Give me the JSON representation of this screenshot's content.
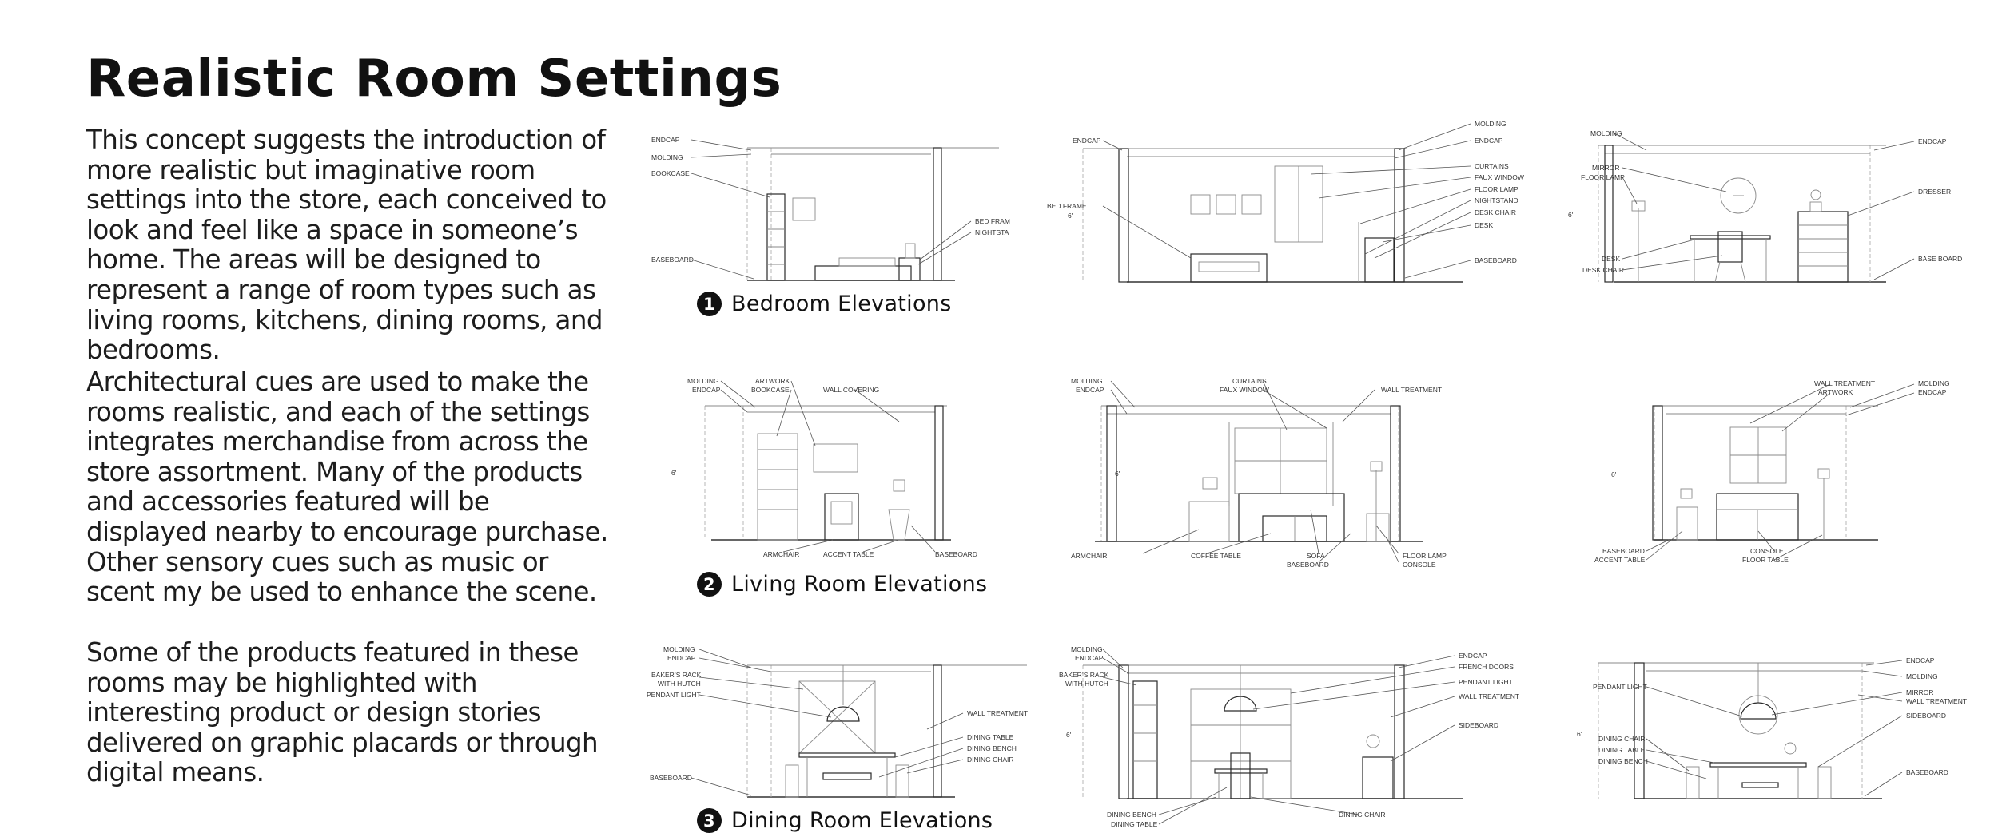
{
  "title": "Realistic Room Settings",
  "paragraphs": [
    "This concept suggests the introduction of more realistic but imaginative room settings into the store, each conceived to look and feel like a space in someone’s home. The areas will be designed to represent a range of room types such as living rooms, kitchens, dining rooms, and bedrooms.",
    "Architectural cues are used to make the rooms realistic, and each of the settings integrates merchandise from across the store assortment. Many of the products and accessories featured will be displayed nearby to encourage purchase. Other sensory cues such as music or scent my be used to enhance the scene.",
    "Some of the products featured in these rooms may be highlighted with interesting product or design stories delivered on graphic placards or through digital means."
  ],
  "sections": [
    {
      "number": "1",
      "label": "Bedroom Elevations"
    },
    {
      "number": "2",
      "label": "Living Room Elevations"
    },
    {
      "number": "3",
      "label": "Dining Room Elevations"
    }
  ],
  "height_mark": "6'",
  "elevations": {
    "bed1": [
      "ENDCAP",
      "MOLDING",
      "BOOKCASE",
      "BASEBOARD",
      "BED FRAM",
      "NIGHTSTA"
    ],
    "bed2": [
      "ENDCAP",
      "BED FRAME",
      "MOLDING",
      "ENDCAP",
      "CURTAINS",
      "FAUX WINDOW",
      "FLOOR LAMP",
      "NIGHTSTAND",
      "DESK CHAIR",
      "DESK",
      "BASEBOARD"
    ],
    "bed3": [
      "MOLDING",
      "MIRROR",
      "FLOOR LAMP",
      "DESK",
      "DESK CHAIR",
      "ENDCAP",
      "DRESSER",
      "BASE BOARD"
    ],
    "liv1": [
      "MOLDING",
      "ENDCAP",
      "ARTWORK",
      "BOOKCASE",
      "WALL COVERING",
      "ARMCHAIR",
      "ACCENT TABLE",
      "BASEBOARD"
    ],
    "liv2": [
      "MOLDING",
      "ENDCAP",
      "CURTAINS",
      "FAUX WINDOW",
      "WALL TREATMENT",
      "ARMCHAIR",
      "COFFEE TABLE",
      "SOFA",
      "BASEBOARD",
      "FLOOR LAMP",
      "CONSOLE"
    ],
    "liv3": [
      "WALL TREATMENT",
      "ARTWORK",
      "MOLDING",
      "ENDCAP",
      "BASEBOARD",
      "ACCENT TABLE",
      "CONSOLE",
      "FLOOR TABLE"
    ],
    "din1": [
      "MOLDING",
      "ENDCAP",
      "BAKER’S RACK",
      "WITH HUTCH",
      "PENDANT LIGHT",
      "BASEBOARD",
      "WALL TREATMENT",
      "DINING TABLE",
      "DINING BENCH",
      "DINING CHAIR"
    ],
    "din2": [
      "MOLDING",
      "ENDCAP",
      "BAKER’S RACK",
      "WITH HUTCH",
      "ENDCAP",
      "FRENCH DOORS",
      "PENDANT LIGHT",
      "WALL TREATMENT",
      "SIDEBOARD",
      "DINING BENCH",
      "DINING TABLE",
      "DINING CHAIR"
    ],
    "din3": [
      "PENDANT LIGHT",
      "DINING CHAIR",
      "DINING TABLE",
      "DINING BENCH",
      "ENDCAP",
      "MOLDING",
      "MIRROR",
      "WALL TREATMENT",
      "SIDEBOARD",
      "BASEBOARD"
    ]
  }
}
